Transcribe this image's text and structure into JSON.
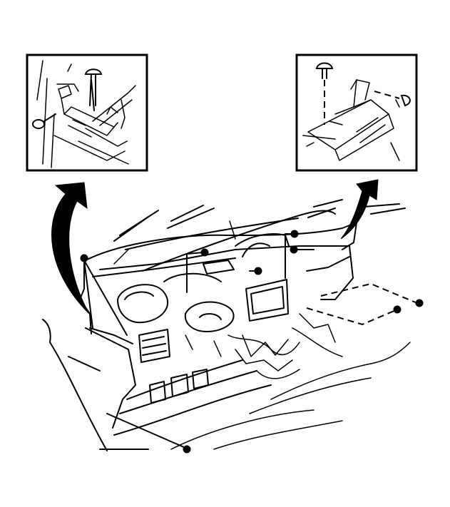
{
  "figure": {
    "background": "#ffffff",
    "line_color": "#000000",
    "callouts": [
      "left-end-detail",
      "right-end-detail"
    ],
    "fasteners": [
      "bolt",
      "bolt",
      "bolt",
      "bolt",
      "bolt",
      "bolt",
      "bolt",
      "bolt"
    ]
  }
}
